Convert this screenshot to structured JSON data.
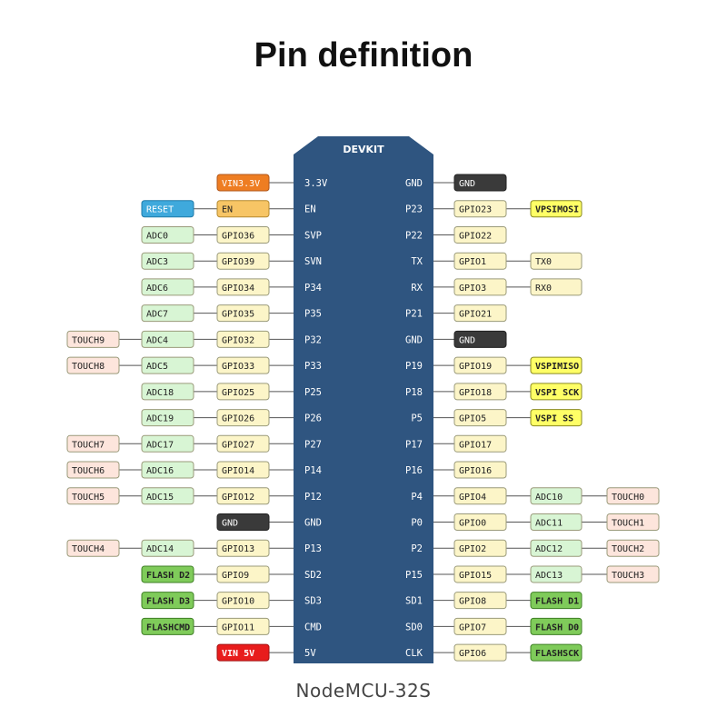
{
  "title": "Pin definition",
  "board": {
    "name": "DEVKIT",
    "footer": "NodeMCU-32S",
    "color": "#2f5580"
  },
  "colors": {
    "power": "#ee7d22",
    "reset": "#3fa9dc",
    "en": "#f7c565",
    "gpio": "#fcf5c8",
    "adc": "#d8f5d4",
    "touch": "#fde5dc",
    "gnd": "#3a3a3a",
    "yellow": "#ffff66",
    "flash": "#7fcb5a",
    "vin5": "#e81c1c"
  },
  "left_pins": [
    {
      "board": "3.3V",
      "chips": [
        {
          "text": "VIN3.3V",
          "kind": "power"
        }
      ]
    },
    {
      "board": "EN",
      "chips": [
        {
          "text": "EN",
          "kind": "en"
        },
        {
          "text": "RESET",
          "kind": "reset"
        }
      ]
    },
    {
      "board": "SVP",
      "chips": [
        {
          "text": "GPIO36",
          "kind": "gpio"
        },
        {
          "text": "ADC0",
          "kind": "adc"
        }
      ]
    },
    {
      "board": "SVN",
      "chips": [
        {
          "text": "GPIO39",
          "kind": "gpio"
        },
        {
          "text": "ADC3",
          "kind": "adc"
        }
      ]
    },
    {
      "board": "P34",
      "chips": [
        {
          "text": "GPIO34",
          "kind": "gpio"
        },
        {
          "text": "ADC6",
          "kind": "adc"
        }
      ]
    },
    {
      "board": "P35",
      "chips": [
        {
          "text": "GPIO35",
          "kind": "gpio"
        },
        {
          "text": "ADC7",
          "kind": "adc"
        }
      ]
    },
    {
      "board": "P32",
      "chips": [
        {
          "text": "GPIO32",
          "kind": "gpio"
        },
        {
          "text": "ADC4",
          "kind": "adc"
        },
        {
          "text": "TOUCH9",
          "kind": "touch"
        }
      ]
    },
    {
      "board": "P33",
      "chips": [
        {
          "text": "GPIO33",
          "kind": "gpio"
        },
        {
          "text": "ADC5",
          "kind": "adc"
        },
        {
          "text": "TOUCH8",
          "kind": "touch"
        }
      ]
    },
    {
      "board": "P25",
      "chips": [
        {
          "text": "GPIO25",
          "kind": "gpio"
        },
        {
          "text": "ADC18",
          "kind": "adc"
        }
      ]
    },
    {
      "board": "P26",
      "chips": [
        {
          "text": "GPIO26",
          "kind": "gpio"
        },
        {
          "text": "ADC19",
          "kind": "adc"
        }
      ]
    },
    {
      "board": "P27",
      "chips": [
        {
          "text": "GPIO27",
          "kind": "gpio"
        },
        {
          "text": "ADC17",
          "kind": "adc"
        },
        {
          "text": "TOUCH7",
          "kind": "touch"
        }
      ]
    },
    {
      "board": "P14",
      "chips": [
        {
          "text": "GPIO14",
          "kind": "gpio"
        },
        {
          "text": "ADC16",
          "kind": "adc"
        },
        {
          "text": "TOUCH6",
          "kind": "touch"
        }
      ]
    },
    {
      "board": "P12",
      "chips": [
        {
          "text": "GPIO12",
          "kind": "gpio"
        },
        {
          "text": "ADC15",
          "kind": "adc"
        },
        {
          "text": "TOUCH5",
          "kind": "touch"
        }
      ]
    },
    {
      "board": "GND",
      "chips": [
        {
          "text": "GND",
          "kind": "gnd"
        }
      ]
    },
    {
      "board": "P13",
      "chips": [
        {
          "text": "GPIO13",
          "kind": "gpio"
        },
        {
          "text": "ADC14",
          "kind": "adc"
        },
        {
          "text": "TOUCH4",
          "kind": "touch"
        }
      ]
    },
    {
      "board": "SD2",
      "chips": [
        {
          "text": "GPIO9",
          "kind": "gpio"
        },
        {
          "text": "FLASH D2",
          "kind": "flash"
        }
      ]
    },
    {
      "board": "SD3",
      "chips": [
        {
          "text": "GPIO10",
          "kind": "gpio"
        },
        {
          "text": "FLASH D3",
          "kind": "flash"
        }
      ]
    },
    {
      "board": "CMD",
      "chips": [
        {
          "text": "GPIO11",
          "kind": "gpio"
        },
        {
          "text": "FLASHCMD",
          "kind": "flash"
        }
      ]
    },
    {
      "board": "5V",
      "chips": [
        {
          "text": "VIN 5V",
          "kind": "vin5"
        }
      ]
    }
  ],
  "right_pins": [
    {
      "board": "GND",
      "chips": [
        {
          "text": "GND",
          "kind": "gnd"
        }
      ]
    },
    {
      "board": "P23",
      "chips": [
        {
          "text": "GPIO23",
          "kind": "gpio"
        },
        {
          "text": "VPSIMOSI",
          "kind": "yellow"
        }
      ]
    },
    {
      "board": "P22",
      "chips": [
        {
          "text": "GPIO22",
          "kind": "gpio"
        }
      ]
    },
    {
      "board": "TX",
      "chips": [
        {
          "text": "GPIO1",
          "kind": "gpio"
        },
        {
          "text": "TX0",
          "kind": "gpio"
        }
      ]
    },
    {
      "board": "RX",
      "chips": [
        {
          "text": "GPIO3",
          "kind": "gpio"
        },
        {
          "text": "RX0",
          "kind": "gpio"
        }
      ]
    },
    {
      "board": "P21",
      "chips": [
        {
          "text": "GPIO21",
          "kind": "gpio"
        }
      ]
    },
    {
      "board": "GND",
      "chips": [
        {
          "text": "GND",
          "kind": "gnd"
        }
      ]
    },
    {
      "board": "P19",
      "chips": [
        {
          "text": "GPIO19",
          "kind": "gpio"
        },
        {
          "text": "VSPIMISO",
          "kind": "yellow"
        }
      ]
    },
    {
      "board": "P18",
      "chips": [
        {
          "text": "GPIO18",
          "kind": "gpio"
        },
        {
          "text": "VSPI SCK",
          "kind": "yellow"
        }
      ]
    },
    {
      "board": "P5",
      "chips": [
        {
          "text": "GPIO5",
          "kind": "gpio"
        },
        {
          "text": "VSPI SS",
          "kind": "yellow"
        }
      ]
    },
    {
      "board": "P17",
      "chips": [
        {
          "text": "GPIO17",
          "kind": "gpio"
        }
      ]
    },
    {
      "board": "P16",
      "chips": [
        {
          "text": "GPIO16",
          "kind": "gpio"
        }
      ]
    },
    {
      "board": "P4",
      "chips": [
        {
          "text": "GPIO4",
          "kind": "gpio"
        },
        {
          "text": "ADC10",
          "kind": "adc"
        },
        {
          "text": "TOUCH0",
          "kind": "touch"
        }
      ]
    },
    {
      "board": "P0",
      "chips": [
        {
          "text": "GPIO0",
          "kind": "gpio"
        },
        {
          "text": "ADC11",
          "kind": "adc"
        },
        {
          "text": "TOUCH1",
          "kind": "touch"
        }
      ]
    },
    {
      "board": "P2",
      "chips": [
        {
          "text": "GPIO2",
          "kind": "gpio"
        },
        {
          "text": "ADC12",
          "kind": "adc"
        },
        {
          "text": "TOUCH2",
          "kind": "touch"
        }
      ]
    },
    {
      "board": "P15",
      "chips": [
        {
          "text": "GPIO15",
          "kind": "gpio"
        },
        {
          "text": "ADC13",
          "kind": "adc"
        },
        {
          "text": "TOUCH3",
          "kind": "touch"
        }
      ]
    },
    {
      "board": "SD1",
      "chips": [
        {
          "text": "GPIO8",
          "kind": "gpio"
        },
        {
          "text": "FLASH D1",
          "kind": "flash"
        }
      ]
    },
    {
      "board": "SD0",
      "chips": [
        {
          "text": "GPIO7",
          "kind": "gpio"
        },
        {
          "text": "FLASH D0",
          "kind": "flash"
        }
      ]
    },
    {
      "board": "CLK",
      "chips": [
        {
          "text": "GPIO6",
          "kind": "gpio"
        },
        {
          "text": "FLASHSCK",
          "kind": "flash"
        }
      ]
    }
  ]
}
